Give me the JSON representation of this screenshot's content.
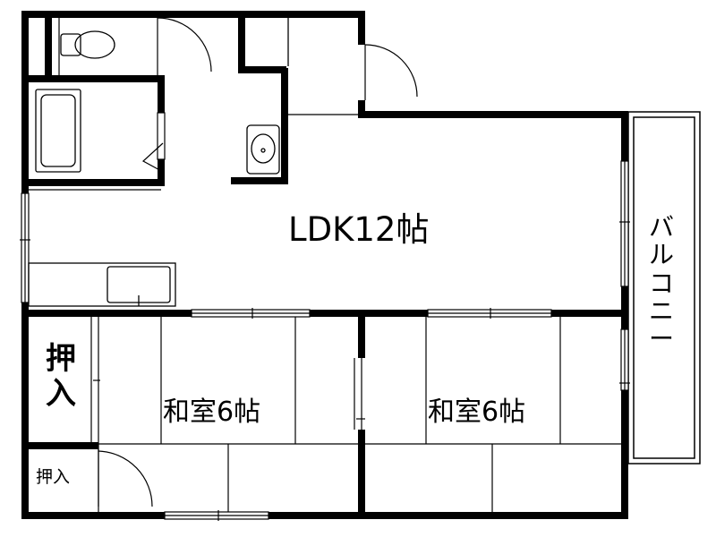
{
  "labels": {
    "ldk": "LDK12帖",
    "room_left": "和室6帖",
    "room_right": "和室6帖",
    "closet_large": "押入",
    "closet_small": "押入",
    "balcony": "バルコニー"
  }
}
